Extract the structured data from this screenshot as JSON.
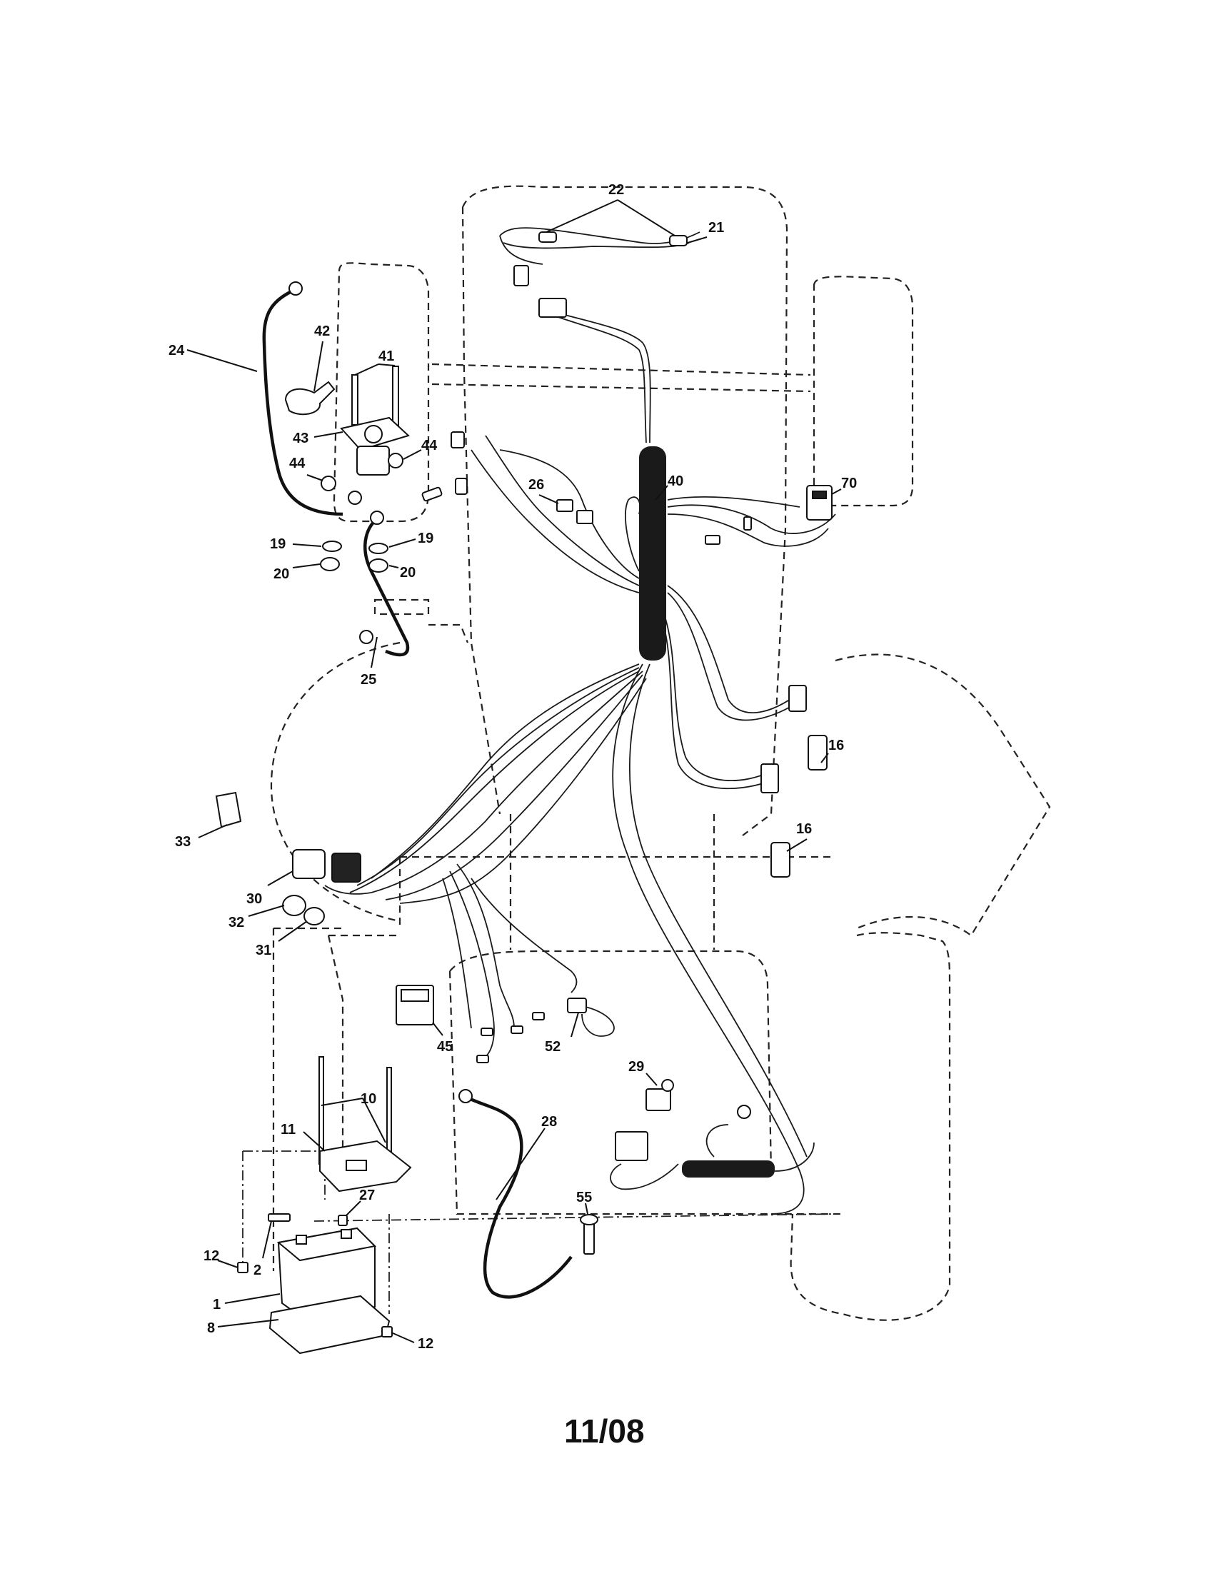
{
  "diagram": {
    "date_code": "11/08",
    "callouts": [
      {
        "id": "c-22",
        "text": "22"
      },
      {
        "id": "c-21",
        "text": "21"
      },
      {
        "id": "c-42",
        "text": "42"
      },
      {
        "id": "c-41",
        "text": "41"
      },
      {
        "id": "c-24",
        "text": "24"
      },
      {
        "id": "c-43",
        "text": "43"
      },
      {
        "id": "c-44a",
        "text": "44"
      },
      {
        "id": "c-44b",
        "text": "44"
      },
      {
        "id": "c-19a",
        "text": "19"
      },
      {
        "id": "c-19b",
        "text": "19"
      },
      {
        "id": "c-20a",
        "text": "20"
      },
      {
        "id": "c-20b",
        "text": "20"
      },
      {
        "id": "c-26",
        "text": "26"
      },
      {
        "id": "c-40",
        "text": "40"
      },
      {
        "id": "c-70",
        "text": "70"
      },
      {
        "id": "c-25",
        "text": "25"
      },
      {
        "id": "c-16a",
        "text": "16"
      },
      {
        "id": "c-16b",
        "text": "16"
      },
      {
        "id": "c-33",
        "text": "33"
      },
      {
        "id": "c-30",
        "text": "30"
      },
      {
        "id": "c-32",
        "text": "32"
      },
      {
        "id": "c-31",
        "text": "31"
      },
      {
        "id": "c-45",
        "text": "45"
      },
      {
        "id": "c-52",
        "text": "52"
      },
      {
        "id": "c-29",
        "text": "29"
      },
      {
        "id": "c-10",
        "text": "10"
      },
      {
        "id": "c-11",
        "text": "11"
      },
      {
        "id": "c-28",
        "text": "28"
      },
      {
        "id": "c-27",
        "text": "27"
      },
      {
        "id": "c-55",
        "text": "55"
      },
      {
        "id": "c-12a",
        "text": "12"
      },
      {
        "id": "c-2",
        "text": "2"
      },
      {
        "id": "c-1",
        "text": "1"
      },
      {
        "id": "c-8",
        "text": "8"
      },
      {
        "id": "c-12b",
        "text": "12"
      }
    ]
  }
}
